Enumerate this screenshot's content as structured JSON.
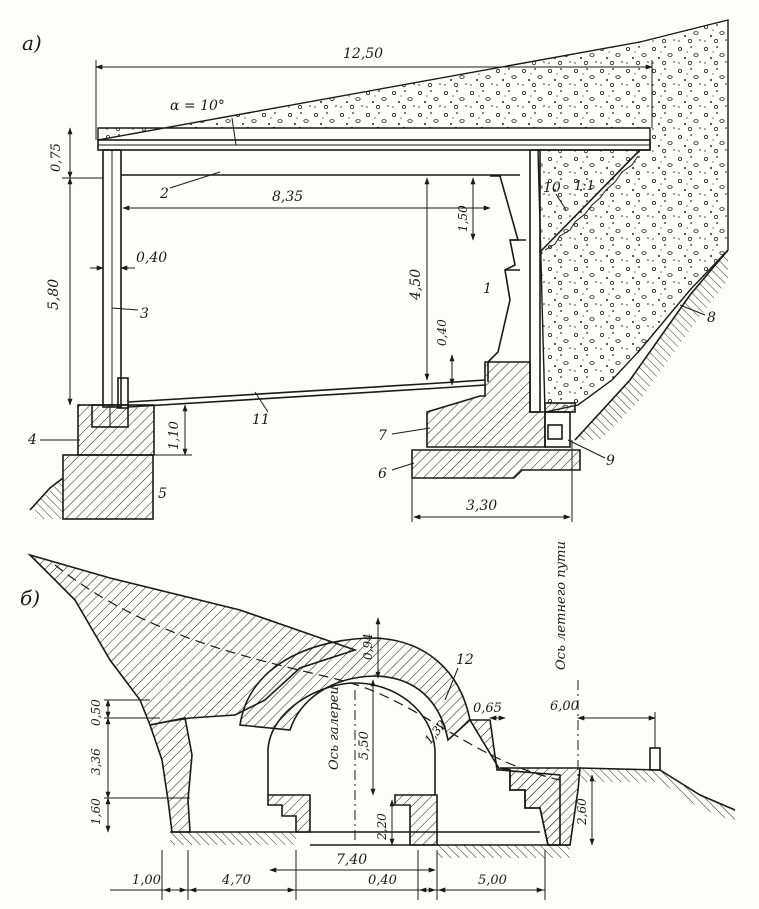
{
  "figure_a": {
    "label": "а)",
    "angle": "α = 10°",
    "dims": {
      "span_total": "12,50",
      "inner_span": "8,35",
      "roof_thickness": "0,75",
      "wall_height": "5,80",
      "column_width": "0,40",
      "clear_height": "4,50",
      "upper_offset": "1,50",
      "lower_offset": "0,40",
      "footing_height": "1,10",
      "base_width": "3,30",
      "slope": "1:1"
    },
    "callouts": [
      "1",
      "2",
      "3",
      "4",
      "5",
      "6",
      "7",
      "8",
      "9",
      "10",
      "11"
    ]
  },
  "figure_b": {
    "label": "б)",
    "gallery_axis": "Ось галереи",
    "summer_road_axis": "Ось летнего пути",
    "callout": "12",
    "dims": {
      "arch_top": "0,94",
      "arch_side": "1,32",
      "arch_height": "5,50",
      "left_upper": "0,50",
      "left_mid": "3,36",
      "left_low": "1,60",
      "pier_height": "2,20",
      "gap_right": "0,65",
      "right_offset": "6,00",
      "right_height": "2,60",
      "span": "7,40",
      "bottom_1": "1,00",
      "bottom_2": "4,70",
      "bottom_3": "0,40",
      "bottom_4": "5,00"
    }
  }
}
